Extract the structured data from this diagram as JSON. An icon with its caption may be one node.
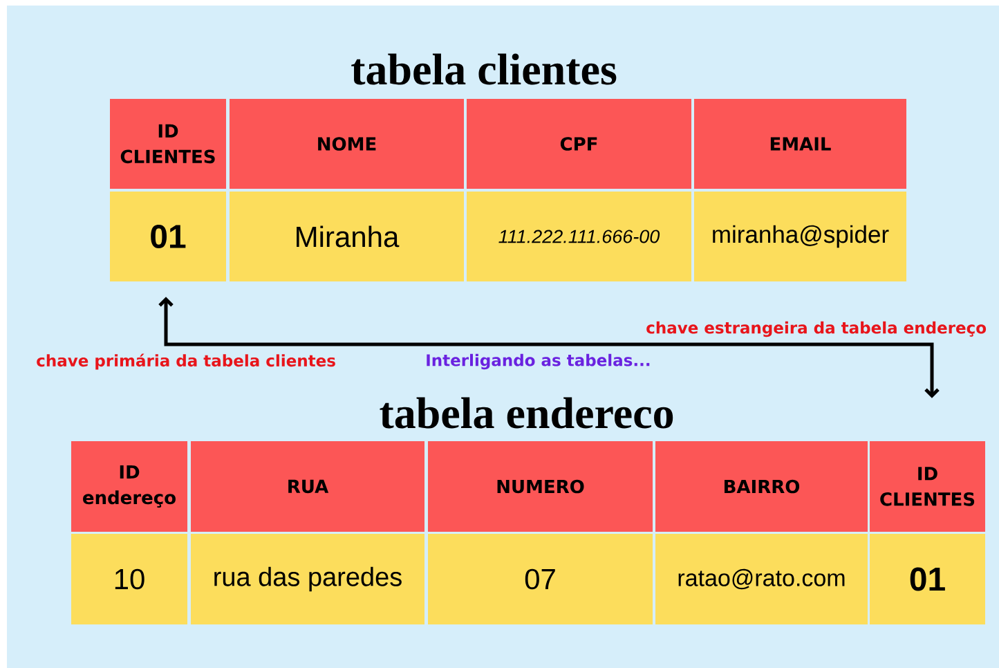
{
  "diagram": {
    "nodes": [
      {
        "text": [
          "ID CLIENTES"
        ]
      },
      {
        "text": [
          "NOME"
        ]
      },
      {
        "text": [
          "CPF"
        ]
      },
      {
        "text": [
          "EMAIL"
        ]
      },
      {
        "text": [
          "01"
        ]
      },
      {
        "text": [
          "Miranha"
        ]
      },
      {
        "text": [
          "111.222.111.666-00"
        ]
      },
      {
        "text": [
          "miranha@spider"
        ]
      },
      {
        "text": [
          "ID endereço"
        ]
      },
      {
        "text": [
          "RUA"
        ]
      },
      {
        "text": [
          "NUMERO"
        ]
      },
      {
        "text": [
          "BAIRRO"
        ]
      },
      {
        "text": [
          "ID CLIENTES"
        ]
      },
      {
        "text": [
          "10"
        ]
      },
      {
        "text": [
          "rua das paredes"
        ]
      },
      {
        "text": [
          "07"
        ]
      },
      {
        "text": [
          "ratao@rato.com"
        ]
      },
      {
        "text": [
          "01"
        ]
      }
    ],
    "edges": [
      {
        "from": 4,
        "to": 12,
        "arrow": "both"
      }
    ],
    "labels": [
      "tabela clientes",
      "chave estrangeira da tabela endereço",
      "chave primária da tabela clientes",
      "Interligando as tabelas...",
      "tabela endereco"
    ]
  }
}
